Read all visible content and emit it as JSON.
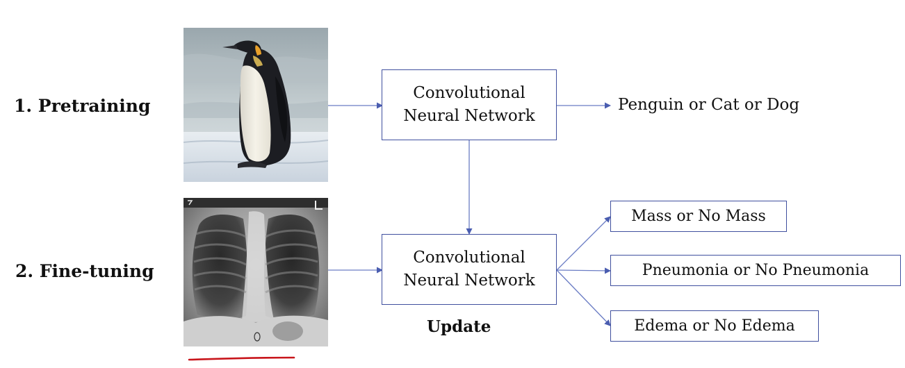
{
  "stages": {
    "pretraining": "1. Pretraining",
    "finetuning": "2. Fine-tuning"
  },
  "cnn": {
    "line1": "Convolutional",
    "line2": "Neural Network"
  },
  "pretrain_output": "Penguin or Cat or Dog",
  "update_label": "Update",
  "finetune_outputs": [
    "Mass or No Mass",
    "Pneumonia or No Pneumonia",
    "Edema or No Edema"
  ],
  "colors": {
    "box_border": "#3f4f9e",
    "arrow": "#4a5db0",
    "annotation": "#c8151b",
    "text": "#111111"
  },
  "images": {
    "pretrain": "penguin-photo",
    "finetune": "chest-xray"
  }
}
